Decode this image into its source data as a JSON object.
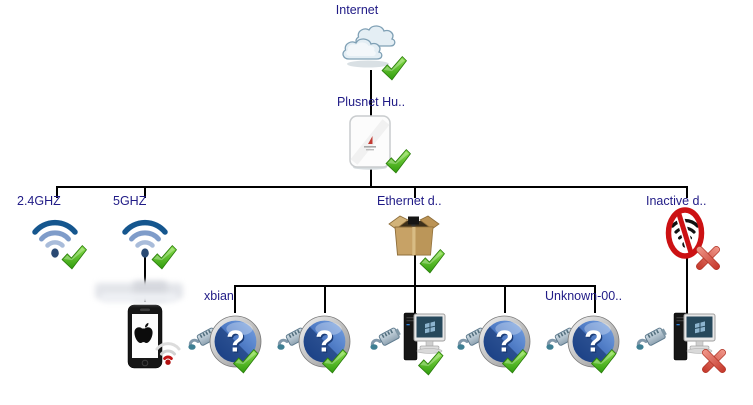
{
  "diagram": {
    "type": "network-topology-map",
    "glyphs": {
      "question_mark": "?"
    },
    "colors": {
      "label_text": "#201b86",
      "line": "#000000",
      "ok_check_green": "#3fa312",
      "error_cross_red": "#d4594b",
      "wifi_blue": "#15568e",
      "inactive_red": "#cc1113"
    },
    "nodes": {
      "internet": {
        "label": "Internet",
        "status": "connected",
        "icon": "cloud-icon"
      },
      "router": {
        "label": "Plusnet Hu..",
        "status": "connected",
        "icon": "router-icon"
      },
      "band24": {
        "label": "2.4GHZ",
        "status": "connected",
        "icon": "wifi-icon"
      },
      "band5": {
        "label": "5GHZ",
        "status": "connected",
        "icon": "wifi-icon"
      },
      "ethernet": {
        "label": "Ethernet d..",
        "status": "connected",
        "icon": "ethernet-box-icon"
      },
      "inactive": {
        "label": "Inactive d..",
        "status": "disconnected",
        "icon": "no-wifi-icon"
      },
      "iphone": {
        "label": "",
        "redacted": true,
        "status": "no-signal",
        "icon": "iphone-icon"
      },
      "dev_xbian": {
        "label": "xbian",
        "status": "connected",
        "icon": "unknown-device-icon"
      },
      "dev2": {
        "label": "",
        "status": "connected",
        "icon": "unknown-device-icon"
      },
      "dev3": {
        "label": "",
        "status": "connected",
        "icon": "desktop-computer-icon"
      },
      "dev4": {
        "label": "",
        "status": "connected",
        "icon": "unknown-device-icon"
      },
      "dev_unknown": {
        "label": "Unknown-00..",
        "status": "connected",
        "icon": "unknown-device-icon"
      },
      "dev6": {
        "label": "",
        "status": "disconnected",
        "icon": "desktop-computer-icon"
      }
    },
    "edges": [
      [
        "internet",
        "router"
      ],
      [
        "router",
        "band24"
      ],
      [
        "router",
        "band5"
      ],
      [
        "router",
        "ethernet"
      ],
      [
        "router",
        "inactive"
      ],
      [
        "band5",
        "iphone"
      ],
      [
        "ethernet",
        "dev_xbian"
      ],
      [
        "ethernet",
        "dev2"
      ],
      [
        "ethernet",
        "dev3"
      ],
      [
        "ethernet",
        "dev4"
      ],
      [
        "ethernet",
        "dev_unknown"
      ],
      [
        "inactive",
        "dev6"
      ]
    ]
  }
}
